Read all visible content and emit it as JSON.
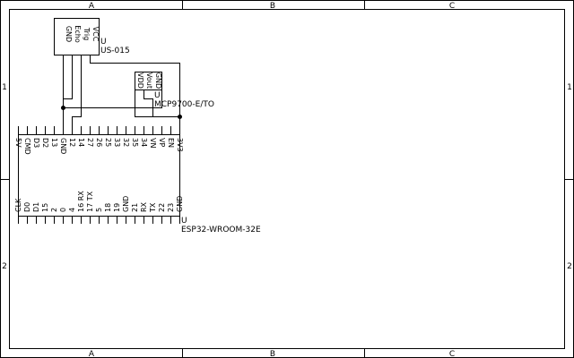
{
  "frame": {
    "columns": [
      "A",
      "B",
      "C"
    ],
    "rows": [
      "1",
      "2"
    ]
  },
  "components": {
    "ultrasonic": {
      "ref": "U",
      "value": "US-015",
      "pins": [
        "GND",
        "Echo",
        "Trig",
        "VCC"
      ]
    },
    "temp_sensor": {
      "ref": "U",
      "value": "MCP9700-E/TO",
      "pins": [
        "VDD",
        "Vout",
        "GND"
      ]
    },
    "mcu": {
      "ref": "U",
      "value": "ESP32-WROOM-32E",
      "top_pins": [
        "5V",
        "CMD",
        "D3",
        "D2",
        "13",
        "GND",
        "12",
        "14",
        "27",
        "26",
        "25",
        "33",
        "32",
        "35",
        "34",
        "VN",
        "VP",
        "EN",
        "3V3"
      ],
      "bottom_pins": [
        "CLK",
        "D0",
        "D1",
        "15",
        "2",
        "0",
        "4",
        "16 RX",
        "17 TX",
        "5",
        "18",
        "19",
        "GND",
        "21",
        "RX",
        "TX",
        "22",
        "23",
        "GND"
      ]
    }
  }
}
